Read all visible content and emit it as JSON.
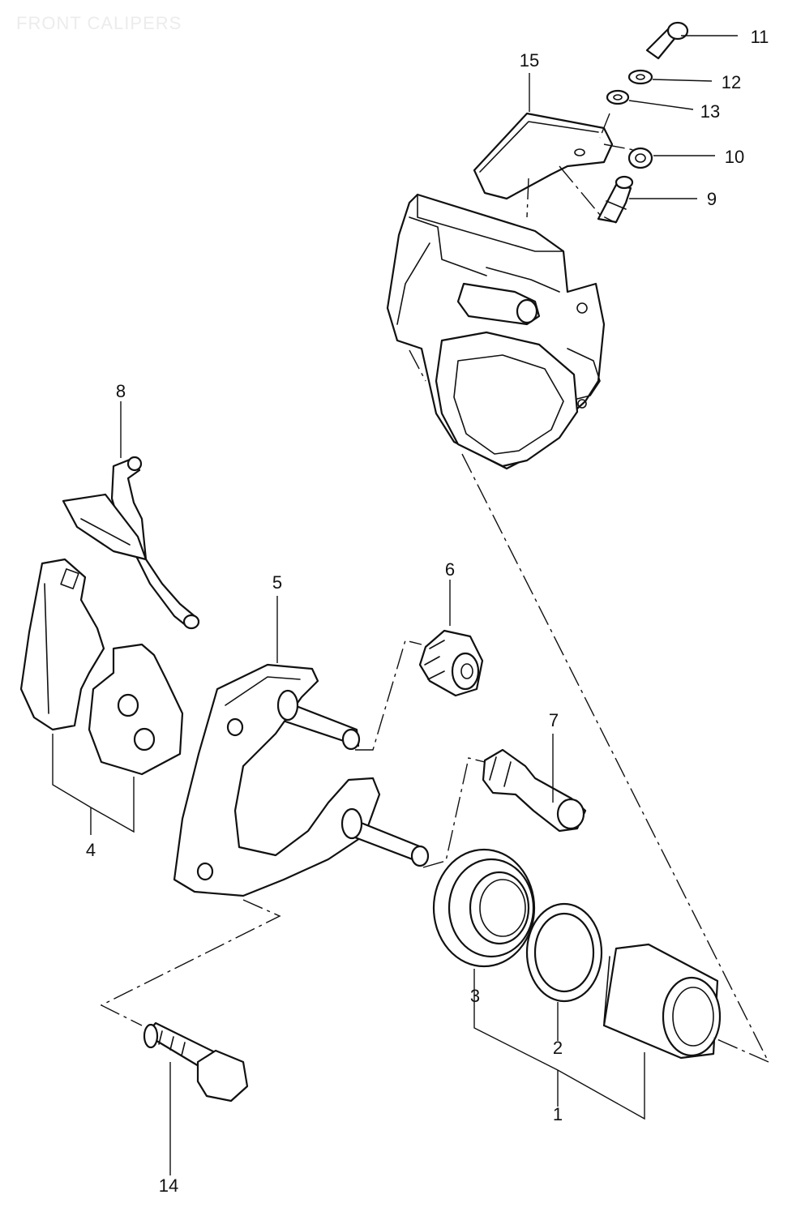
{
  "diagram": {
    "title": "FRONT CALIPERS",
    "callouts": {
      "p1": "1",
      "p2": "2",
      "p3": "3",
      "p4": "4",
      "p5": "5",
      "p6": "6",
      "p7": "7",
      "p8": "8",
      "p9": "9",
      "p10": "10",
      "p11": "11",
      "p12": "12",
      "p13": "13",
      "p14": "14",
      "p15": "15"
    }
  }
}
